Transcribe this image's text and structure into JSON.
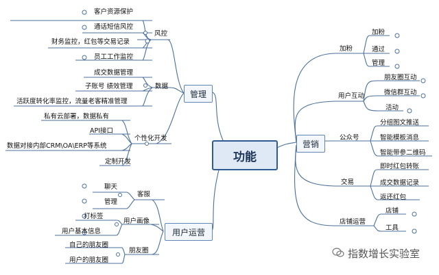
{
  "center": "功能",
  "branches": {
    "management": {
      "label": "管理",
      "risk": {
        "label": "风控",
        "items": [
          "客户资源保护",
          "通话短信风控",
          "财务监控，红包等交易记录",
          "员工工作监控"
        ]
      },
      "data": {
        "label": "数据",
        "items": [
          "成交数据管理",
          "子账号 绩效管理",
          "活跃度转化率监控，流量老客精准管理"
        ]
      },
      "custom": {
        "label": "个性化开发",
        "items": [
          "私有云部署，数据私有",
          "API接口",
          "数据对接内部CRM\\OA\\ERP等系统",
          "定制开发"
        ]
      }
    },
    "user_ops": {
      "label": "用户运营",
      "service": {
        "label": "客服",
        "items": [
          "聊天",
          "管理"
        ]
      },
      "profile": {
        "label": "用户画像",
        "items": [
          "打标签",
          "用户基本信息"
        ]
      },
      "moments": {
        "label": "朋友圈",
        "items": [
          "自己的朋友圈",
          "用户的朋友圈"
        ]
      }
    },
    "marketing": {
      "label": "营销",
      "add_fans": {
        "label": "加粉",
        "items": [
          "加粉",
          "通过",
          "管理"
        ]
      },
      "interaction": {
        "label": "用户互动",
        "items": [
          "朋友圈互动",
          "微信群互动",
          "活动"
        ]
      },
      "official": {
        "label": "公众号",
        "items": [
          "分组图文推送",
          "智能模板消息",
          "智能带参二维码"
        ]
      },
      "trade": {
        "label": "交易",
        "items": [
          "即时红包转账",
          "成交数据记录",
          "返还红包"
        ]
      },
      "store": {
        "label": "店铺运营",
        "items": [
          "店铺",
          "工具"
        ]
      }
    }
  },
  "watermark": "指数增长实验室",
  "colors": {
    "line": "#4a6f9c",
    "box_border": "#5f86b8",
    "center_border": "#2f5a93"
  }
}
